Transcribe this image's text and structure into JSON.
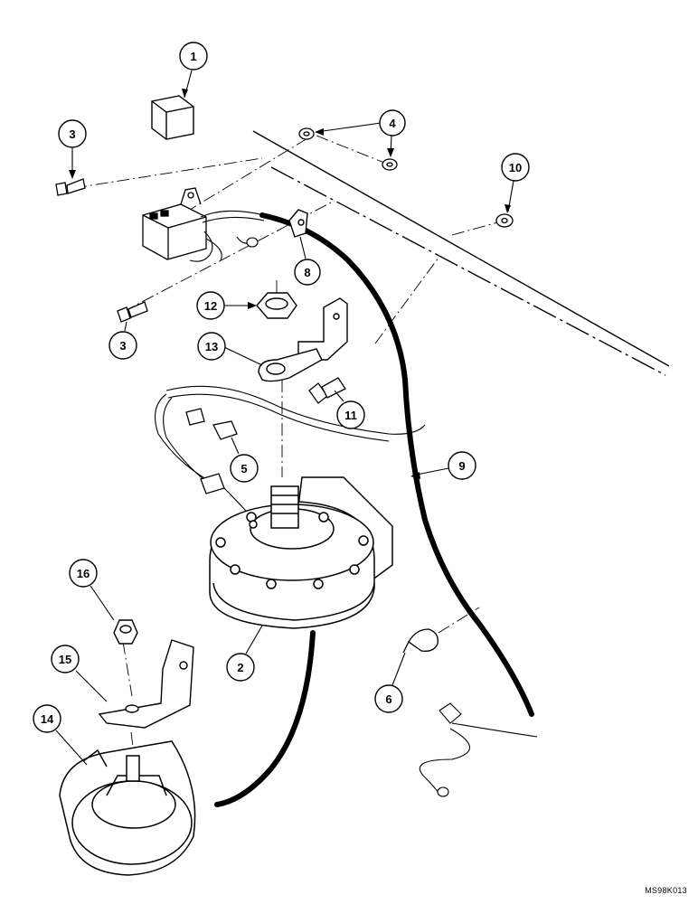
{
  "callouts": [
    {
      "label": "1"
    },
    {
      "label": "2"
    },
    {
      "label": "3"
    },
    {
      "label": "3"
    },
    {
      "label": "4"
    },
    {
      "label": "5"
    },
    {
      "label": "6"
    },
    {
      "label": "8"
    },
    {
      "label": "9"
    },
    {
      "label": "10"
    },
    {
      "label": "11"
    },
    {
      "label": "12"
    },
    {
      "label": "13"
    },
    {
      "label": "14"
    },
    {
      "label": "15"
    },
    {
      "label": "16"
    }
  ],
  "reference_code": "MS98K013"
}
